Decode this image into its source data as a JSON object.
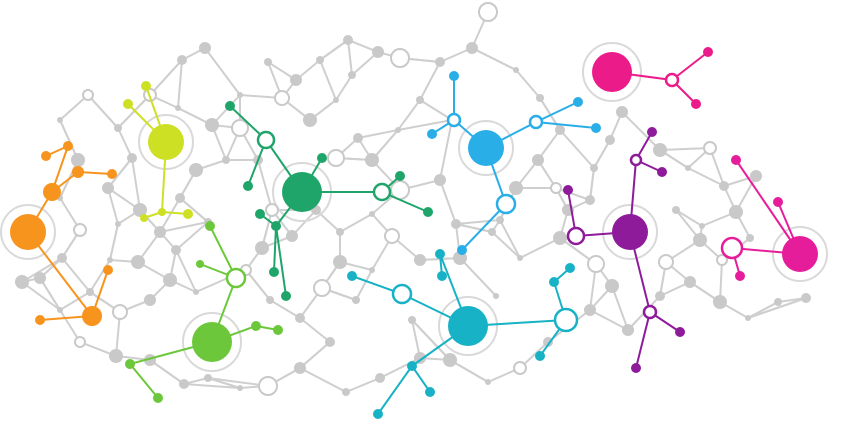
{
  "colors": {
    "background": "#ffffff",
    "gray_edge": "#cfcfcf",
    "gray_node": "#c9c9c9",
    "halo": "#d9d9d9"
  },
  "clusters": [
    {
      "name": "orange",
      "color": "#f7941d"
    },
    {
      "name": "lime",
      "color": "#cde024"
    },
    {
      "name": "green",
      "color": "#6cc83a"
    },
    {
      "name": "emerald",
      "color": "#1fa56a"
    },
    {
      "name": "cyan",
      "color": "#2aaee8"
    },
    {
      "name": "teal",
      "color": "#17b2c5"
    },
    {
      "name": "purple",
      "color": "#8e1b9a"
    },
    {
      "name": "magenta",
      "color": "#e61d9a"
    },
    {
      "name": "pink",
      "color": "#ec1b8a"
    }
  ]
}
